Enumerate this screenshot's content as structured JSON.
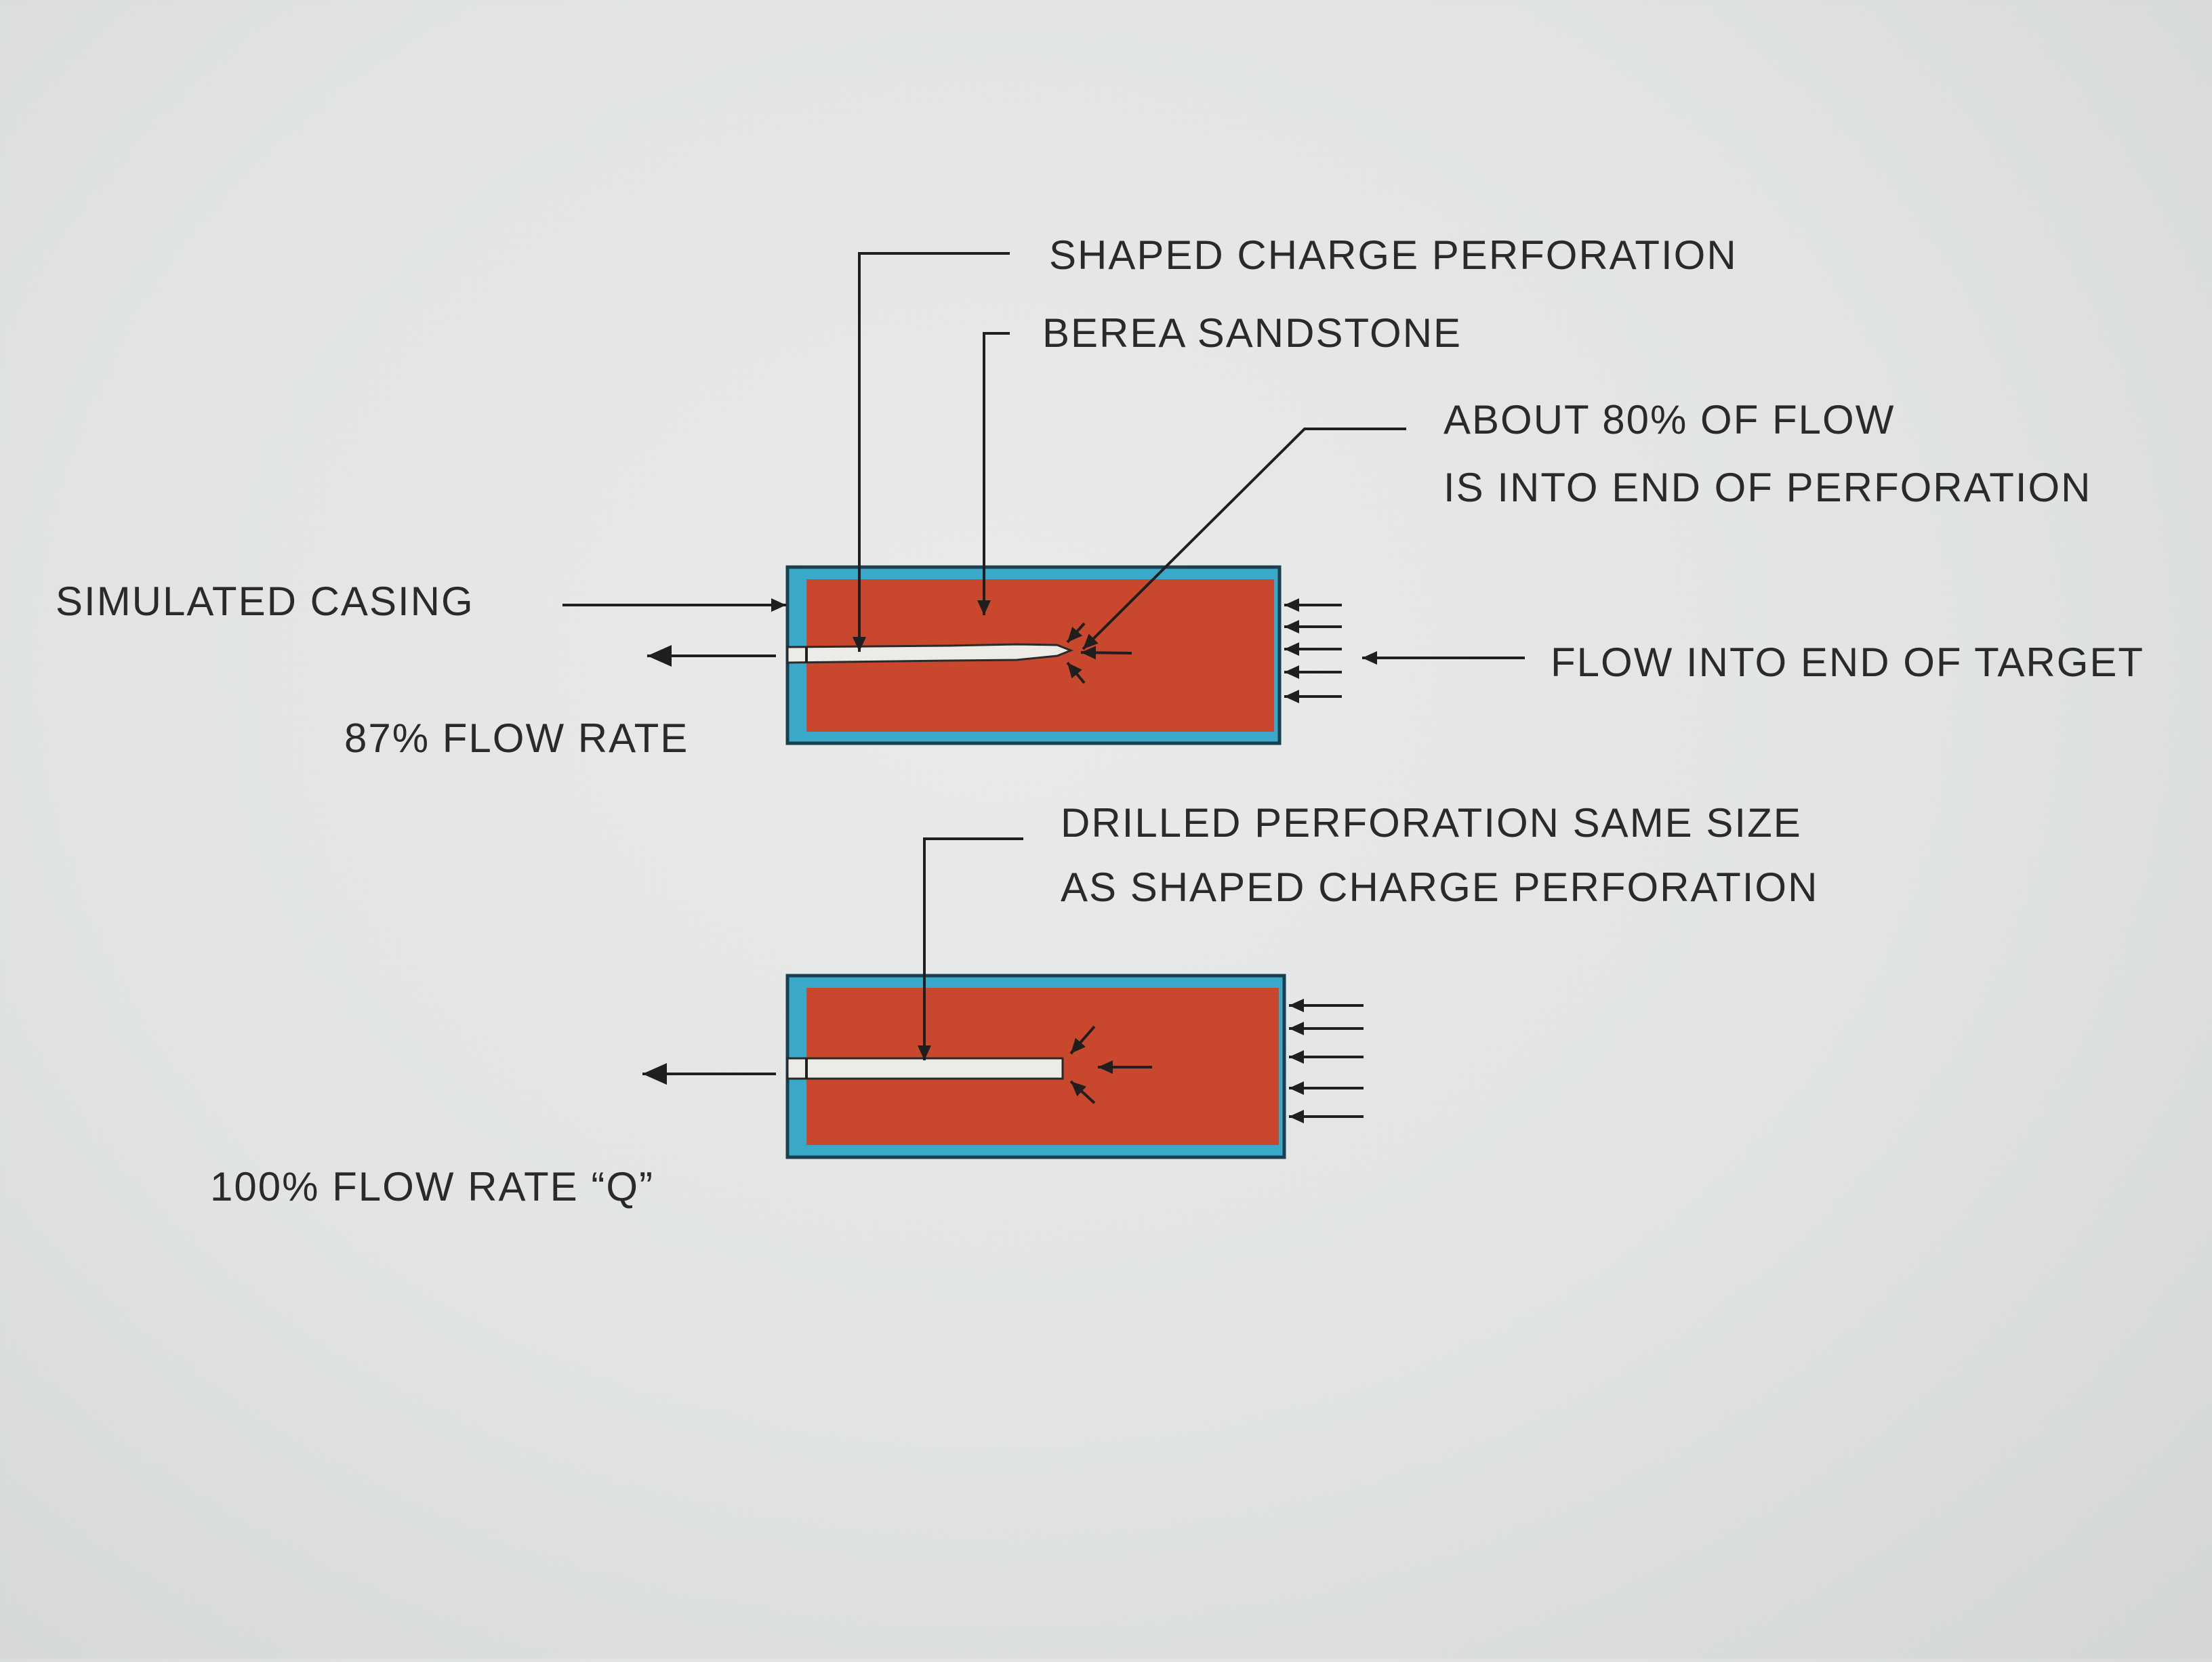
{
  "labels": {
    "shaped_charge_perforation": "SHAPED CHARGE PERFORATION",
    "berea_sandstone": "BEREA SANDSTONE",
    "about_80_line1": "ABOUT 80% OF FLOW",
    "about_80_line2": "IS INTO END OF PERFORATION",
    "simulated_casing": "SIMULATED CASING",
    "flow_into_end": "FLOW INTO END OF TARGET",
    "flow_rate_87": "87% FLOW RATE",
    "drilled_line1": "DRILLED PERFORATION SAME SIZE",
    "drilled_line2": "AS SHAPED CHARGE PERFORATION",
    "flow_rate_100": "100% FLOW RATE “Q”"
  },
  "colors": {
    "casing": "#3aa9c9",
    "sandstone": "#c9472d",
    "perforation": "#ecebe6",
    "ink": "#1f1f1f",
    "background": "#e4e6e5"
  }
}
